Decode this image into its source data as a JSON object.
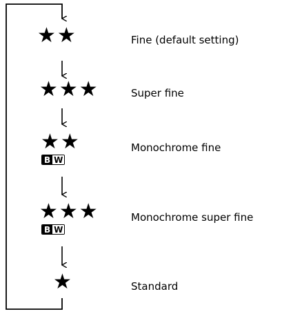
{
  "items": [
    {
      "stars": "★★",
      "label": "Fine (default setting)",
      "bw": false
    },
    {
      "stars": "★★★",
      "label": "Super fine",
      "bw": false
    },
    {
      "stars": "★★",
      "label": "Monochrome fine",
      "bw": true
    },
    {
      "stars": "★★★",
      "label": "Monochrome super fine",
      "bw": true
    },
    {
      "stars": "★",
      "label": "Standard",
      "bw": false
    }
  ],
  "bw_badge": {
    "b": "B",
    "w": "W"
  }
}
